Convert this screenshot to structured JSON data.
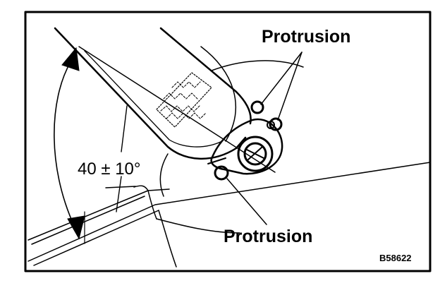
{
  "labels": {
    "protrusion_top": "Protrusion",
    "protrusion_bottom": "Protrusion",
    "angle": "40 ± 10°",
    "figure_code": "B58622"
  }
}
